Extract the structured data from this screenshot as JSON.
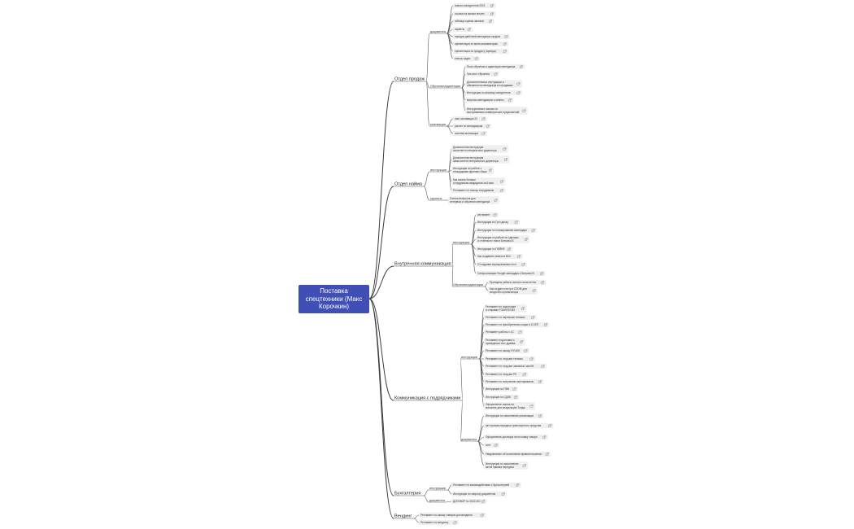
{
  "root": {
    "title": "Поставка спецтехники (Макс Корочкин)"
  },
  "branches": [
    {
      "id": "b0",
      "label": "Отдел продаж",
      "groups": [
        {
          "label": "документы",
          "items": [
            {
              "text": "анализ конкурентов 2021"
            },
            {
              "text": "ссылка на записи встреч"
            },
            {
              "text": "таблица оценки звонков"
            },
            {
              "text": "скрипты"
            },
            {
              "text": "порядок действий менеджера продаж"
            },
            {
              "text": "презентация по мини-экскаваторам"
            },
            {
              "text": "презентация по продукту (аренда)"
            },
            {
              "text": "список задач"
            }
          ]
        },
        {
          "label": "Обучение/адаптация",
          "items": [
            {
              "text": "План обучения и адаптации менеджера"
            },
            {
              "text": "Чек-лист обучения"
            },
            {
              "text": "Дополнительные инструкции и обязанности менеджера по продажам"
            },
            {
              "text": "Инструкция по анализу конкурентов"
            },
            {
              "text": "вопросы менеджеров и ответы"
            },
            {
              "text": "Инструктивное письмо по выстраиванию коммерческих предложений"
            }
          ]
        },
        {
          "label": "мотивация",
          "items": [
            {
              "text": "лист мотивации 22"
            },
            {
              "text": "расчет по менеджерам"
            },
            {
              "text": "система мотивации"
            }
          ]
        }
      ]
    },
    {
      "id": "b1",
      "label": "Отдел найма",
      "groups": [
        {
          "label": "инструкции",
          "items": [
            {
              "text": "Должностная инструкция ассистента генерального директора"
            },
            {
              "text": "Должностная инструкция заместителя генерального директора"
            },
            {
              "text": "Инструкция по работе с площадками фриланс-бирж"
            },
            {
              "text": "Как искать больше сотрудников-кандидатов за 6 мин"
            },
            {
              "text": "Регламент по поиску сотрудников"
            }
          ]
        },
        {
          "label": "скрипты",
          "items": [
            {
              "text": "Список вопросов для интервью и обучения менеджера"
            }
          ]
        }
      ]
    },
    {
      "id": "b2",
      "label": "Внутренняя коммуникация",
      "groups": [
        {
          "label": "инструкции",
          "items": [
            {
              "text": "регламент"
            },
            {
              "text": "Инструкция по Гугл-диску"
            },
            {
              "text": "Инструкция по планированию календаря"
            },
            {
              "text": "Инструкция по работе по сделкам и отчетам по ним в Битрикс24"
            },
            {
              "text": "Инструкция по ПЕЙНЕ"
            },
            {
              "text": "Как создавать звонок в В24"
            },
            {
              "text": "О создании корпоративных почт"
            },
            {
              "text": "Синхронизация Google календаря с Битрикс24"
            }
          ]
        },
        {
          "label": "Обучение/адаптация",
          "items": [
            {
              "text": "Принципы работы личного ассистента"
            },
            {
              "text": "Как создать почту в ZOOM для входа без организатора"
            }
          ]
        }
      ]
    },
    {
      "id": "b3",
      "label": "Коммуникация с подрядчиками",
      "groups": [
        {
          "label": "инструкции",
          "items": [
            {
              "text": "Регламент по подготовке и отправке ТОКНИТЕЙЗ"
            },
            {
              "text": "Регламент по перевозке техники"
            },
            {
              "text": "Регламент по приобретению опции в 1С/ЕП"
            },
            {
              "text": "Регламент работы с 1С"
            },
            {
              "text": "Регламент подготовки и проведения тест-драйва"
            },
            {
              "text": "Регламент по заказу ЛУЧАН"
            },
            {
              "text": "Регламент по отгрузке техники"
            },
            {
              "text": "Регламент по отгрузке запасных частей"
            },
            {
              "text": "Регламент по отгрузке РК"
            },
            {
              "text": "Регламент по получению сертификатов"
            },
            {
              "text": "Инструкция по ПВН"
            },
            {
              "text": "Инструкция по СДЭК"
            },
            {
              "text": "Оформление заказа на магазине для владельцев Тондж"
            }
          ]
        },
        {
          "label": "документы",
          "items": [
            {
              "text": "Инструкция по заполнению реализации"
            },
            {
              "text": "акт приема-передачи транспортного средства"
            },
            {
              "text": "Оформление договора на поставку товара"
            },
            {
              "text": "счет"
            },
            {
              "text": "Уведомление об исполнении правоотношения"
            },
            {
              "text": "Инструкция по заполнению актов приема передачи"
            }
          ]
        }
      ]
    },
    {
      "id": "b4",
      "label": "Бухгалтерия",
      "groups": [
        {
          "label": "инструкции",
          "items": [
            {
              "text": "Регламент по взаимодействию с бухгалтерией"
            },
            {
              "text": "Инструкция по запросу документов"
            }
          ]
        },
        {
          "label": "документы",
          "items": [
            {
              "text": "ДОГОВОР № 2022-001"
            }
          ]
        }
      ]
    },
    {
      "id": "b5",
      "label": "Вендинг",
      "groups": [
        {
          "label": "",
          "items": [
            {
              "text": "Регламент по заказу товаров для вендинга"
            },
            {
              "text": "Регламент по вендингу"
            }
          ]
        }
      ]
    }
  ]
}
